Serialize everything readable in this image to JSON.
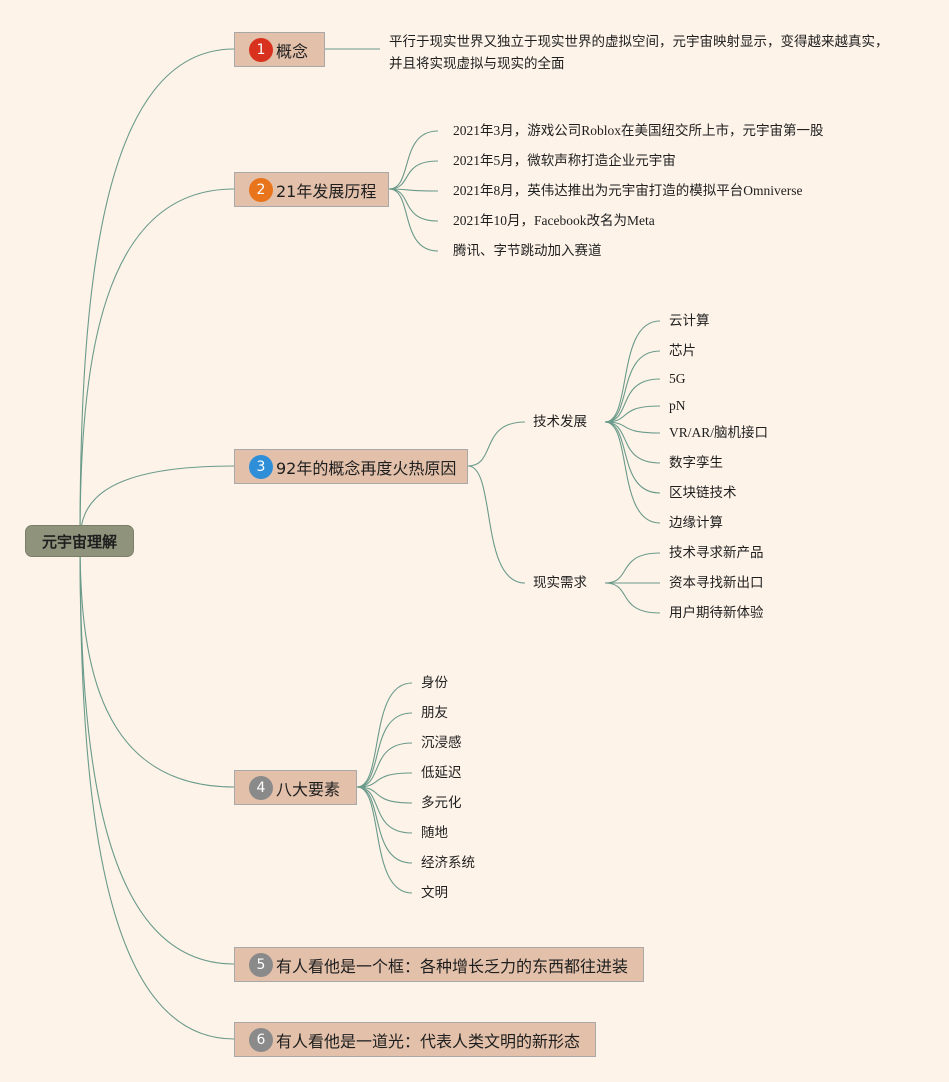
{
  "root": {
    "label": "元宇宙理解"
  },
  "colors": {
    "background": "#fdf3e9",
    "link": "#6a9a8a",
    "branch_fill": "#e2c0aa",
    "root_fill": "#8f937c",
    "badge_1": "#d8321f",
    "badge_2": "#e8741b",
    "badge_3": "#2e8fd8",
    "badge_gray": "#8a8a8a"
  },
  "branches": [
    {
      "num": "1",
      "label": "概念",
      "description": "平行于现实世界又独立于现实世界的虚拟空间，元宇宙映射显示，变得越来越真实，并且将实现虚拟与现实的全面"
    },
    {
      "num": "2",
      "label": "21年发展历程",
      "items": [
        "2021年3月，游戏公司Roblox在美国纽交所上市，元宇宙第一股",
        "2021年5月，微软声称打造企业元宇宙",
        "2021年8月，英伟达推出为元宇宙打造的模拟平台Omniverse",
        "2021年10月，Facebook改名为Meta",
        "腾讯、字节跳动加入赛道"
      ]
    },
    {
      "num": "3",
      "label": "92年的概念再度火热原因",
      "groups": [
        {
          "label": "技术发展",
          "items": [
            "云计算",
            "芯片",
            "5G",
            "pN",
            "VR/AR/脑机接口",
            "数字孪生",
            "区块链技术",
            "边缘计算"
          ]
        },
        {
          "label": "现实需求",
          "items": [
            "技术寻求新产品",
            "资本寻找新出口",
            "用户期待新体验"
          ]
        }
      ]
    },
    {
      "num": "4",
      "label": "八大要素",
      "items": [
        "身份",
        "朋友",
        "沉浸感",
        "低延迟",
        "多元化",
        "随地",
        "经济系统",
        "文明"
      ]
    },
    {
      "num": "5",
      "label": "有人看他是一个框：各种增长乏力的东西都往进装"
    },
    {
      "num": "6",
      "label": "有人看他是一道光：代表人类文明的新形态"
    }
  ]
}
